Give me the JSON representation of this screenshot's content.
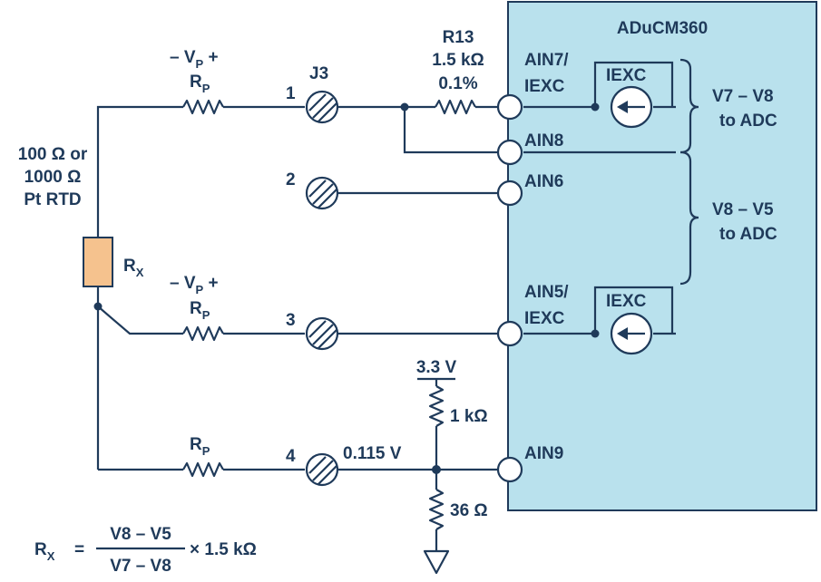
{
  "chip": {
    "name": "ADuCM360",
    "fill": "#b9e1ed"
  },
  "colors": {
    "line": "#1f3a5a",
    "rtd": "#f5c28e",
    "chip": "#b9e1ed"
  },
  "pins": {
    "ain7": {
      "line1": "AIN7/",
      "line2": "IEXC"
    },
    "ain8": "AIN8",
    "ain6": "AIN6",
    "ain5": {
      "line1": "AIN5/",
      "line2": "IEXC"
    },
    "ain9": "AIN9"
  },
  "iexc": {
    "top": "IEXC",
    "bottom": "IEXC"
  },
  "brace_labels": {
    "v7v8": {
      "line1": "V7 – V8",
      "line2": "to ADC"
    },
    "v8v5": {
      "line1": "V8 – V5",
      "line2": "to ADC"
    }
  },
  "connector": {
    "name": "J3",
    "pins": [
      "1",
      "2",
      "3",
      "4"
    ]
  },
  "r13": {
    "name": "R13",
    "value": "1.5 kΩ",
    "tolerance": "0.1%"
  },
  "rtd": {
    "line1": "100 Ω or",
    "line2": "1000 Ω",
    "line3": "Pt RTD"
  },
  "rx": {
    "main": "R",
    "sub": "X"
  },
  "rp": {
    "main": "R",
    "sub": "P"
  },
  "vp": {
    "prefix": "– V",
    "sub": "P",
    "suffix": " +"
  },
  "supply": "3.3 V",
  "r_1k": "1 kΩ",
  "r_36": "36 Ω",
  "node_voltage": "0.115 V",
  "formula": {
    "lhs_main": "R",
    "lhs_sub": "X",
    "equals": "=",
    "numerator": "V8 – V5",
    "denominator": "V7 – V8",
    "multiplier": "× 1.5 kΩ"
  }
}
